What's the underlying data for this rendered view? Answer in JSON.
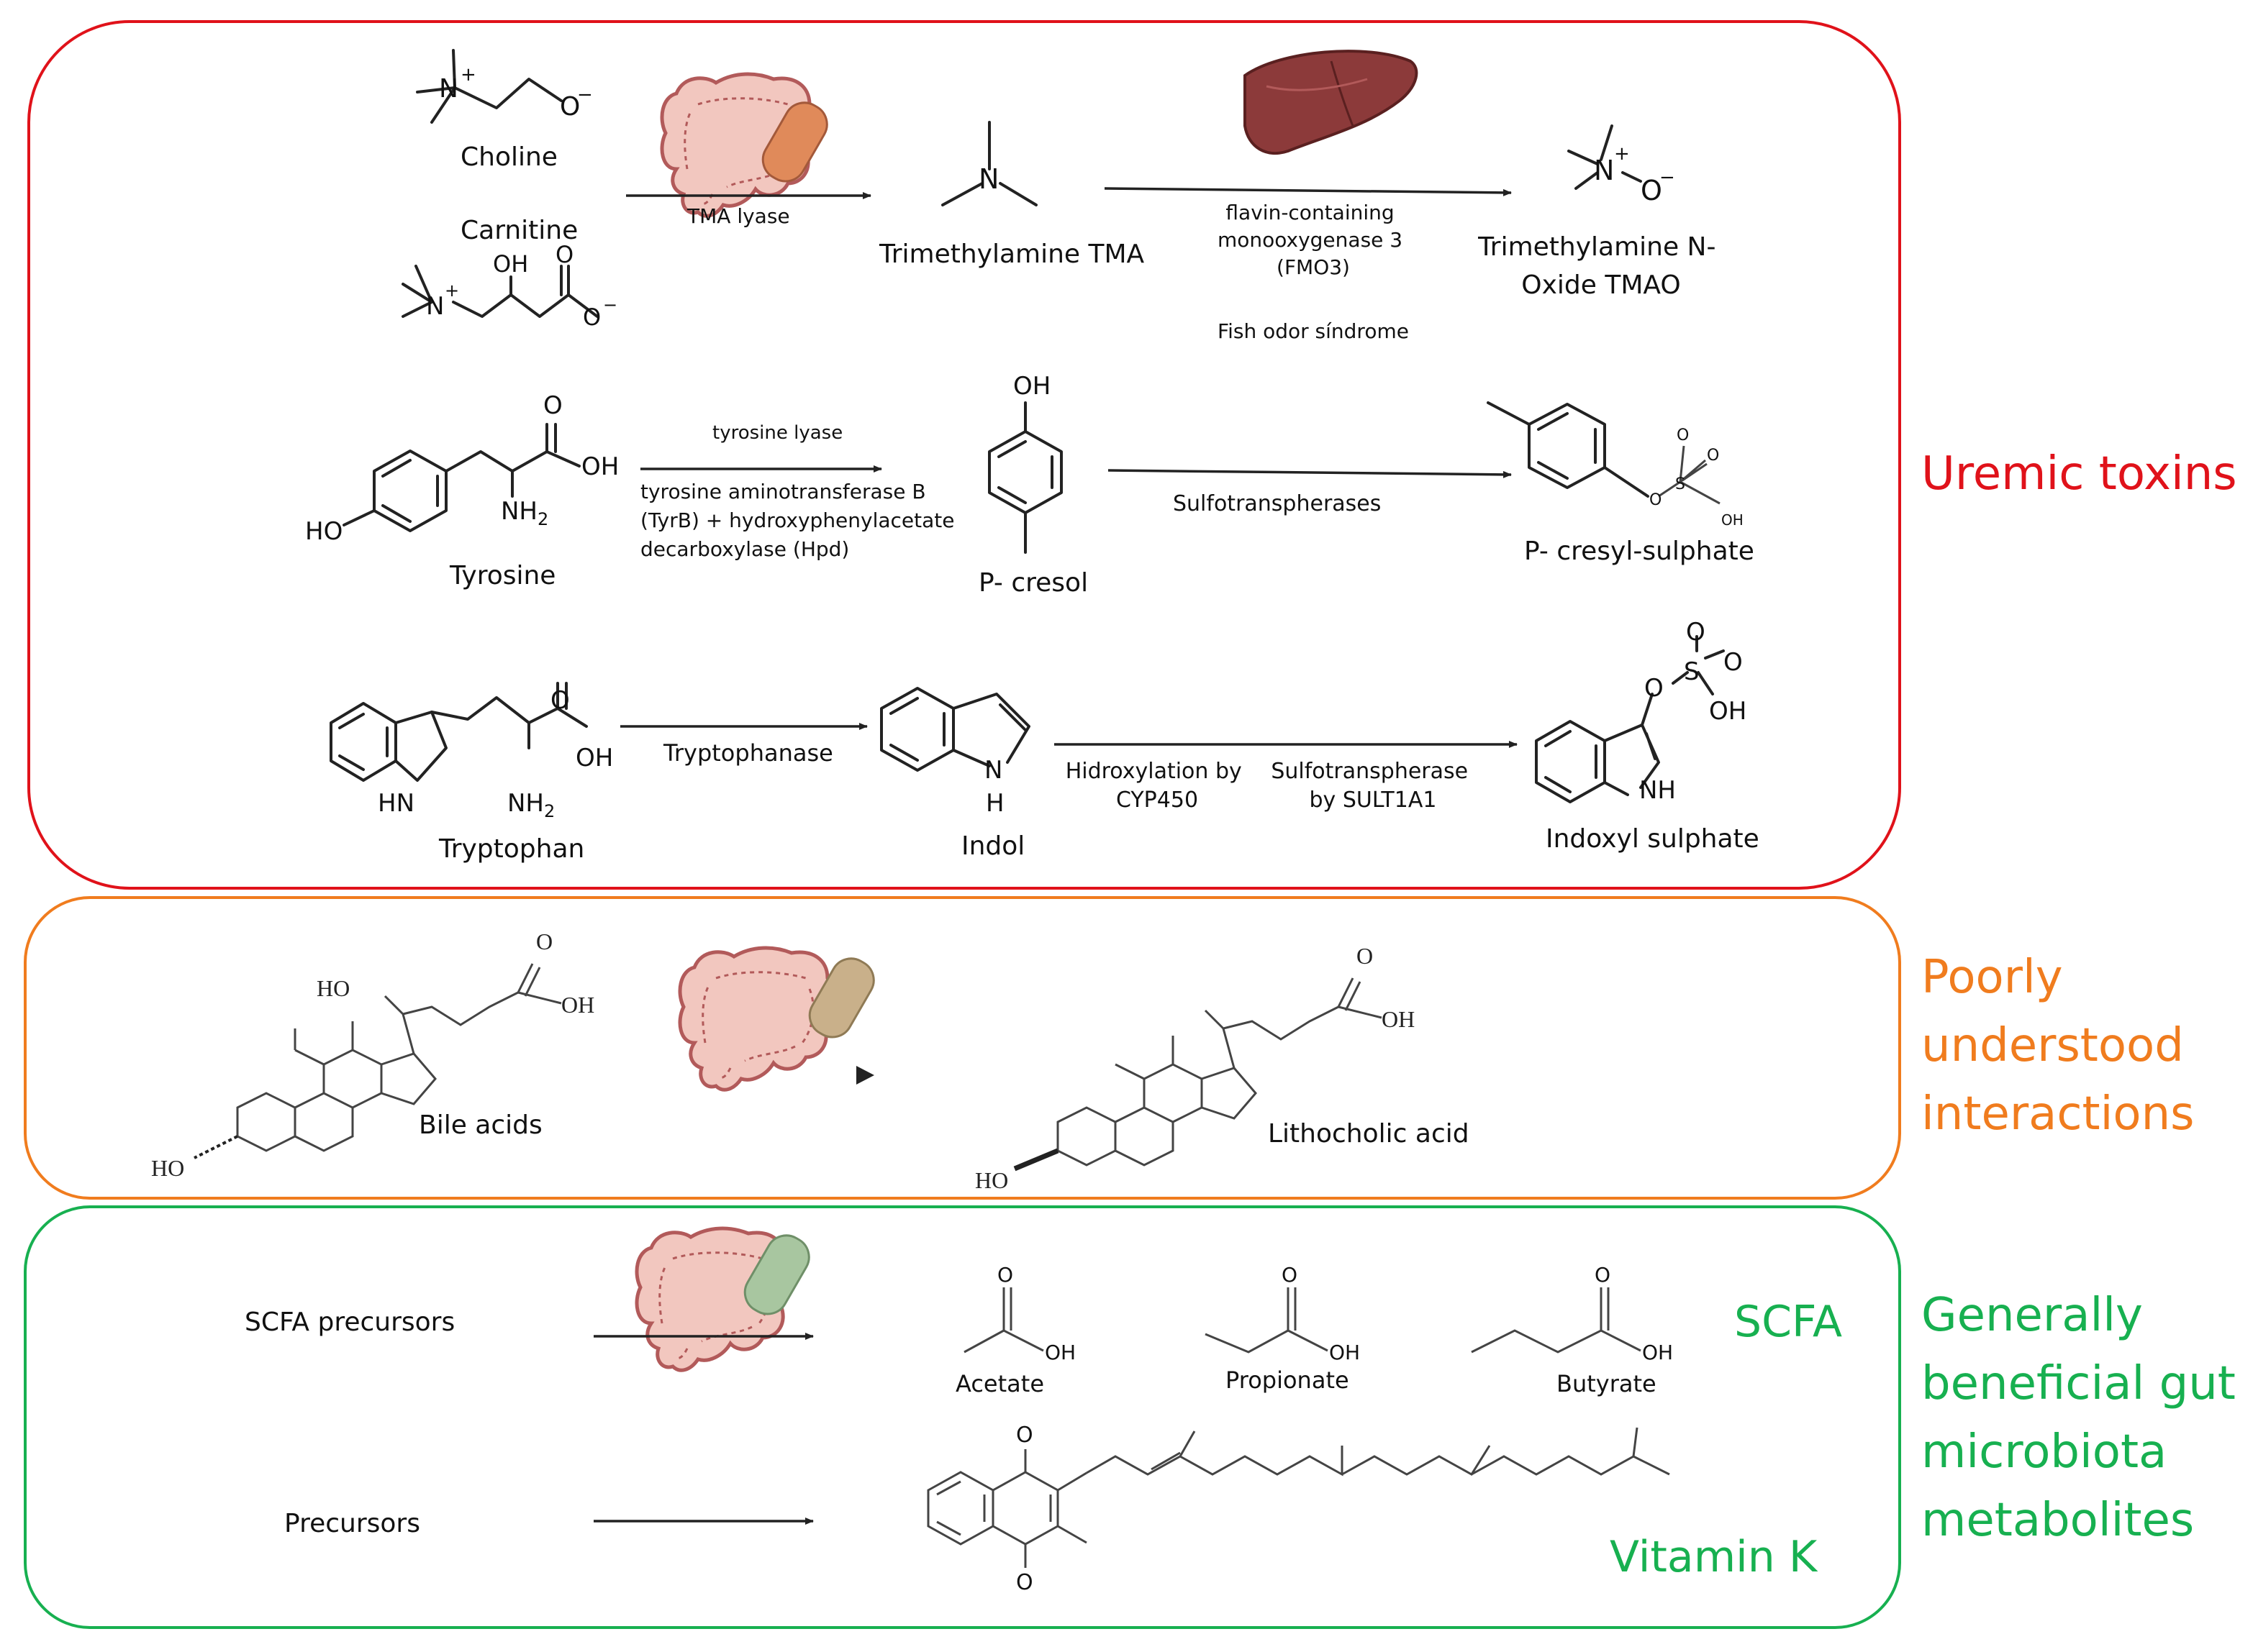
{
  "colors": {
    "uremic": "#e0121a",
    "poorly": "#f07c1e",
    "beneficial": "#17b050",
    "colon_fill": "#f2c7bf",
    "colon_stroke": "#b25a5a",
    "liver": "#8c3a3a",
    "capsule_uremic": "#e08a5a",
    "capsule_poorly": "#c9b08a",
    "capsule_beneficial": "#a8c6a0"
  },
  "icons": [
    "colon-icon",
    "bacteria-capsule-icon",
    "liver-icon"
  ],
  "uremic": {
    "category": "Uremic toxins",
    "tma_pathway": {
      "choline": "Choline",
      "carnitine": "Carnitine",
      "enzyme1": "TMA lyase",
      "intermediate": "Trimethylamine TMA",
      "enzyme2_lines": [
        "flavin-containing",
        "monooxygenase 3",
        "(FMO3)"
      ],
      "note": "Fish odor síndrome",
      "product_lines": [
        "Trimethylamine N-",
        "Oxide TMAO"
      ]
    },
    "cresol_pathway": {
      "substrate": "Tyrosine",
      "enzyme_top": "tyrosine lyase",
      "enzyme_lines": [
        "tyrosine aminotransferase B",
        "(TyrB) + hydroxyphenylacetate",
        "decarboxylase (Hpd)"
      ],
      "intermediate": "P- cresol",
      "enzyme2": "Sulfotranspherases",
      "product": "P- cresyl-sulphate"
    },
    "indole_pathway": {
      "substrate": "Tryptophan",
      "enzyme1": "Tryptophanase",
      "intermediate": "Indol",
      "step_a_lines": [
        "Hidroxylation by",
        "CYP450"
      ],
      "step_b_lines": [
        "Sulfotranspherase",
        "by SULT1A1"
      ],
      "product": "Indoxyl sulphate"
    },
    "atoms": {
      "n_plus": "N",
      "o_minus": "O",
      "oh": "OH",
      "o": "O",
      "nh2": "NH",
      "sub2": "2",
      "ho": "HO",
      "s": "S",
      "nh": "NH",
      "h": "H",
      "hn": "HN",
      "n": "N",
      "plus": "+",
      "minus": "−"
    }
  },
  "poorly": {
    "category_lines": [
      "Poorly",
      "understood",
      "interactions"
    ],
    "substrate": "Bile acids",
    "product": "Lithocholic acid",
    "atoms": {
      "ho": "HO",
      "oh": "OH",
      "o": "O"
    }
  },
  "beneficial": {
    "category_lines": [
      "Generally",
      "beneficial gut",
      "microbiota",
      "metabolites"
    ],
    "scfa": {
      "label": "SCFA",
      "precursor": "SCFA precursors",
      "products": [
        "Acetate",
        "Propionate",
        "Butyrate"
      ]
    },
    "vitk": {
      "label": "Vitamin K",
      "precursor": "Precursors"
    },
    "atoms": {
      "o": "O",
      "oh": "OH"
    }
  }
}
